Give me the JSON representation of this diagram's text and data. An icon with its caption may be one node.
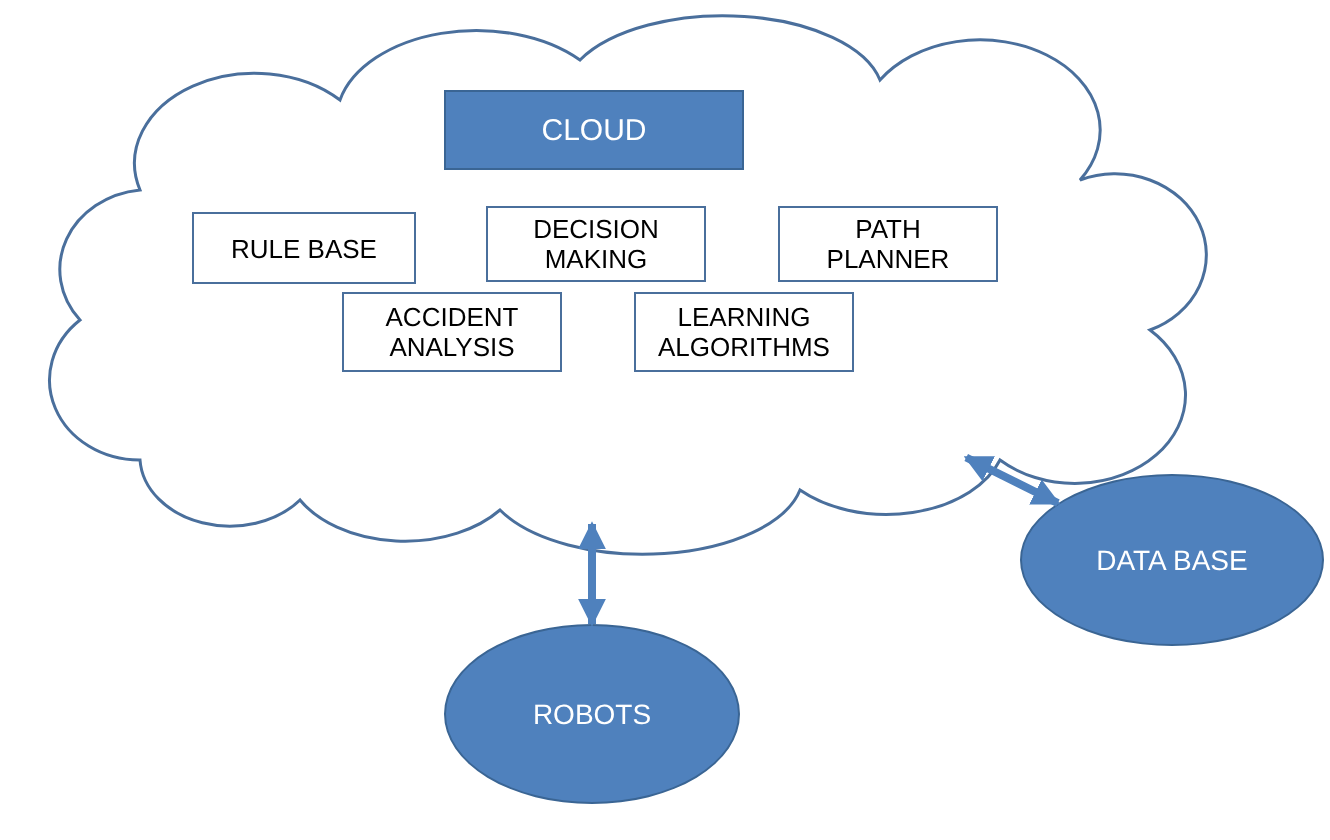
{
  "diagram": {
    "nodes": [
      {
        "text": [],
        "shape": "cloud"
      },
      {
        "text": [
          "CLOUD"
        ],
        "in": 0
      },
      {
        "text": [
          "RULE BASE"
        ],
        "in": 0
      },
      {
        "text": [
          "DECISION MAKING"
        ],
        "in": 0
      },
      {
        "text": [
          "PATH PLANNER"
        ],
        "in": 0
      },
      {
        "text": [
          "ACCIDENT ANALYSIS"
        ],
        "in": 0
      },
      {
        "text": [
          "LEARNING ALGORITHMS"
        ],
        "in": 0
      },
      {
        "text": [
          "DATA BASE"
        ]
      },
      {
        "text": [
          "ROBOTS"
        ]
      }
    ],
    "edges": [
      {
        "from": 0,
        "to": 7,
        "arrow": "both"
      },
      {
        "from": 0,
        "to": 8,
        "arrow": "both"
      }
    ]
  }
}
